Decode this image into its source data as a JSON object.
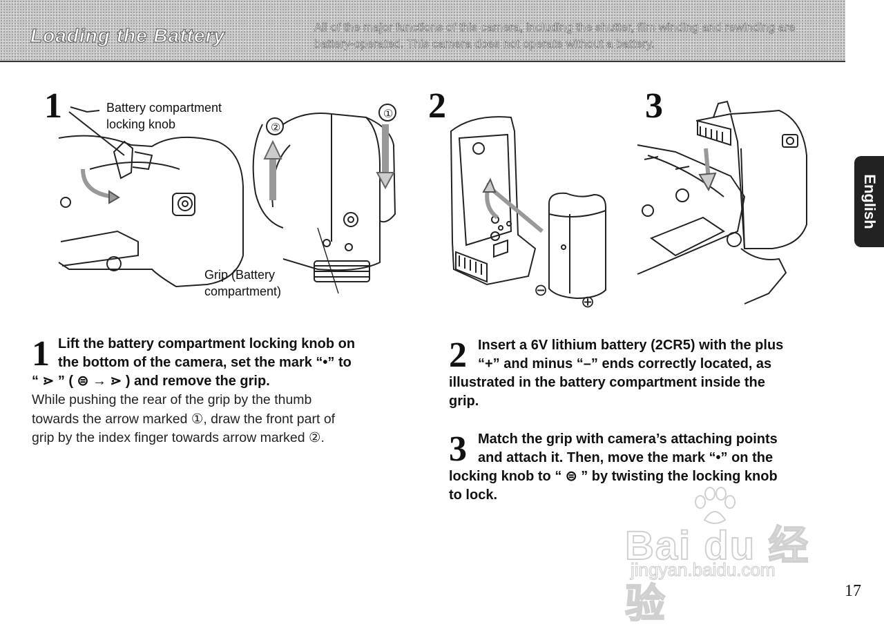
{
  "header": {
    "title": "Loading the Battery",
    "description": "All of the major functions of this camera, including the shutter, film winding and rewinding are battery-operated. This camera does not operate without a battery."
  },
  "side_tab": {
    "label": "English"
  },
  "illustration": {
    "step1_number": "1",
    "step2_number": "2",
    "step3_number": "3",
    "callout_knob_line1": "Battery compartment",
    "callout_knob_line2": "locking knob",
    "callout_grip_line1": "Grip (Battery",
    "callout_grip_line2": "compartment)",
    "arrow1_label": "①",
    "arrow2_label": "②",
    "minus_symbol": "⊖",
    "plus_symbol": "⊕"
  },
  "steps": [
    {
      "number": "1",
      "heading_line1": "Lift the battery compartment locking knob on",
      "heading_line2": "the bottom of the camera, set the mark “•” to",
      "heading_line3": "“ ⋗ ” ( ⊜ → ⋗ ) and remove the grip.",
      "body_line1": "While pushing the rear of the grip by the thumb",
      "body_line2": "towards the arrow marked ①, draw the front part of",
      "body_line3": "grip by the index finger towards arrow marked ②."
    },
    {
      "number": "2",
      "heading_line1": "Insert a 6V lithium battery (2CR5) with the plus",
      "heading_line2": "“+” and minus “–” ends correctly located, as",
      "heading_line3": "illustrated in the battery compartment inside the",
      "heading_line4": "grip."
    },
    {
      "number": "3",
      "heading_line1": "Match the grip with camera’s attaching points",
      "heading_line2": "and attach it. Then, move the mark “•” on the",
      "heading_line3": "locking knob to “ ⊜ ” by twisting the locking knob",
      "heading_line4": "to lock."
    }
  ],
  "watermark": {
    "brand": "Bai du 经验",
    "url": "jingyan.baidu.com"
  },
  "page_number": "17"
}
